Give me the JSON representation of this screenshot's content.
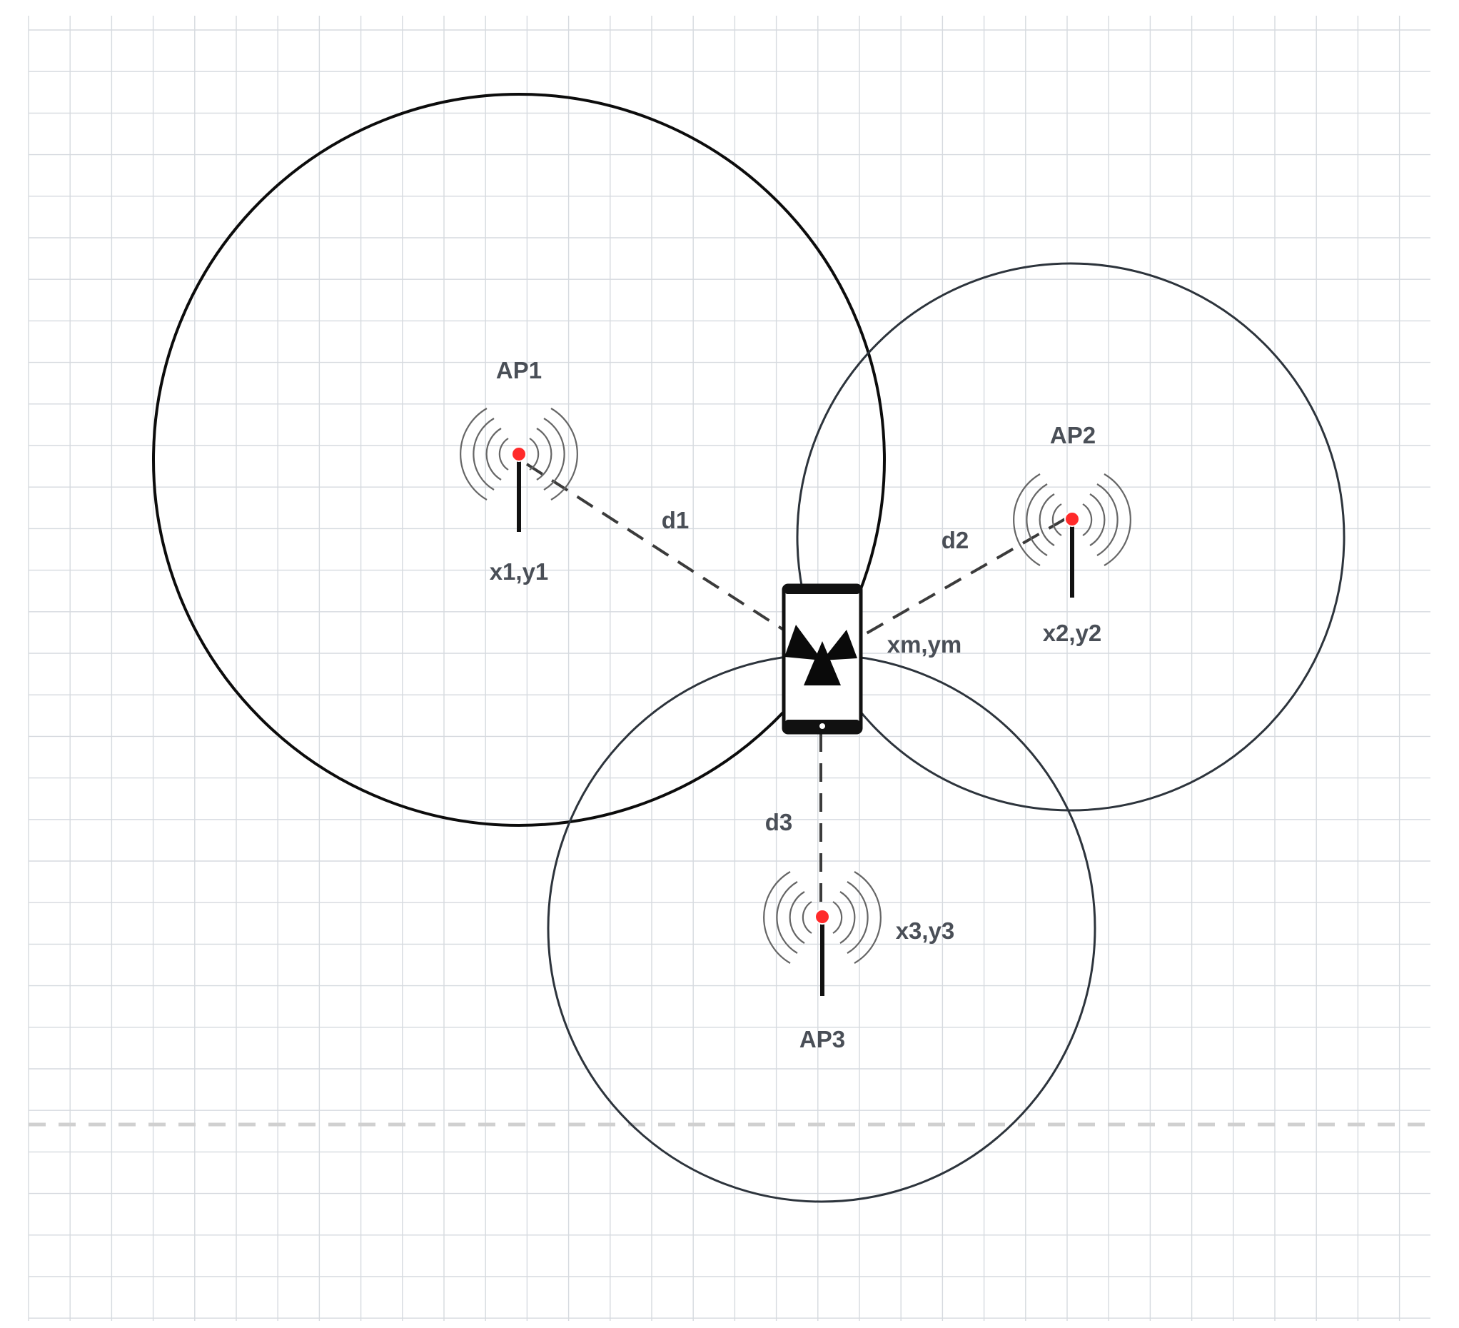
{
  "diagram": {
    "access_points": [
      {
        "name": "AP1",
        "coords": "x1,y1"
      },
      {
        "name": "AP2",
        "coords": "x2,y2"
      },
      {
        "name": "AP3",
        "coords": "x3,y3"
      }
    ],
    "distances": [
      "d1",
      "d2",
      "d3"
    ],
    "mobile": {
      "coords": "xm,ym"
    }
  }
}
